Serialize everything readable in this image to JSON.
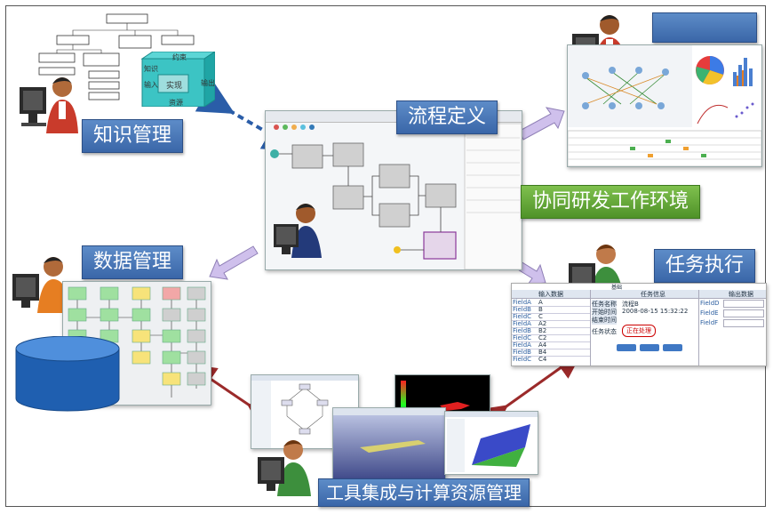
{
  "labels": {
    "knowledge": "知识管理",
    "process": "流程定义",
    "collab": "协同研发工作环境",
    "data": "数据管理",
    "task": "任务执行",
    "tools": "工具集成与计算资源管理"
  },
  "knowledge_cube": {
    "top": "约束",
    "left1": "知识",
    "left2": "输入",
    "center": "实现",
    "right": "输出",
    "bottom": "资源"
  },
  "task_table": {
    "header_input": "输入数据",
    "header_task": "任务信息",
    "header_output": "输出数据",
    "title_small": "基础",
    "input_rows": [
      {
        "field": "FieldA",
        "value": "A"
      },
      {
        "field": "FieldB",
        "value": "B"
      },
      {
        "field": "FieldC",
        "value": "C"
      },
      {
        "field": "FieldA",
        "value": "A2"
      },
      {
        "field": "FieldB",
        "value": "B2"
      },
      {
        "field": "FieldC",
        "value": "C2"
      },
      {
        "field": "FieldA",
        "value": "A4"
      },
      {
        "field": "FieldB",
        "value": "B4"
      },
      {
        "field": "FieldC",
        "value": "C4"
      }
    ],
    "task_rows": [
      {
        "key": "任务名称",
        "value": "流程B"
      },
      {
        "key": "开始时间",
        "value": "2008-08-15 15:32:22"
      },
      {
        "key": "结束时间",
        "value": ""
      }
    ],
    "status_key": "任务状态",
    "status_value": "正在处理",
    "output_rows": [
      {
        "field": "FieldD"
      },
      {
        "field": "FieldE"
      },
      {
        "field": "FieldF"
      }
    ]
  },
  "colors": {
    "label_blue": "#4a78b8",
    "label_green": "#5fa236",
    "arrow_blue": "#2a5da8",
    "arrow_red": "#9b2a2a",
    "arrow_lavender": "#c7b6e6"
  }
}
